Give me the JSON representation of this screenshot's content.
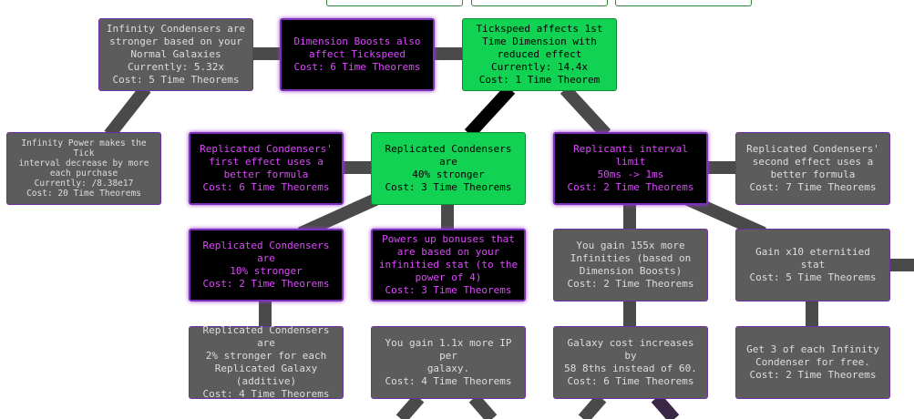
{
  "colors": {
    "connector": "#4a4a4a",
    "connector_bought": "#000000",
    "connector_dark_purple": "#3b2746",
    "tab_border": "#2e8b3a",
    "bought_fill": "#12d253",
    "available_text": "#df48ff",
    "locked_fill": "#5c5c5c"
  },
  "studies": {
    "s1": {
      "state": "locked",
      "lines": [
        "Infinity Condensers are",
        "stronger based on your",
        "Normal Galaxies",
        "Currently: 5.32x",
        "Cost: 5 Time Theorems"
      ]
    },
    "s2": {
      "state": "available",
      "lines": [
        "Dimension Boosts also",
        "affect Tickspeed",
        "Cost: 6 Time Theorems"
      ]
    },
    "s3": {
      "state": "bought",
      "lines": [
        "Tickspeed affects 1st",
        "Time Dimension with",
        "reduced effect",
        "Currently: 14.4x",
        "Cost: 1 Time Theorem"
      ]
    },
    "s4": {
      "state": "locked",
      "lines": [
        "Infinity Power makes the Tick",
        "interval decrease by more",
        "each purchase",
        "Currently: /8.38e17",
        "Cost: 20 Time Theorems"
      ]
    },
    "s5": {
      "state": "available",
      "lines": [
        "Replicated Condensers'",
        "first effect uses a",
        "better formula",
        "Cost: 6 Time Theorems"
      ]
    },
    "s6": {
      "state": "bought",
      "lines": [
        "Replicated Condensers are",
        "40% stronger",
        "Cost: 3 Time Theorems"
      ]
    },
    "s7": {
      "state": "available",
      "lines": [
        "Replicanti interval limit",
        "50ms -> 1ms",
        "Cost: 2 Time Theorems"
      ]
    },
    "s8": {
      "state": "locked",
      "lines": [
        "Replicated Condensers'",
        "second effect uses a",
        "better formula",
        "Cost: 7 Time Theorems"
      ]
    },
    "s9": {
      "state": "available",
      "lines": [
        "Replicated Condensers are",
        "10% stronger",
        "Cost: 2 Time Theorems"
      ]
    },
    "s10": {
      "state": "available",
      "lines": [
        "Powers up bonuses that",
        "are based on your",
        "infinitied stat (to the",
        "power of 4)",
        "Cost: 3 Time Theorems"
      ]
    },
    "s11": {
      "state": "locked",
      "lines": [
        "You gain 155x more",
        "Infinities (based on",
        "Dimension Boosts)",
        "Cost: 2 Time Theorems"
      ]
    },
    "s12": {
      "state": "locked",
      "lines": [
        "Gain x10 eternitied stat",
        "Cost: 5 Time Theorems"
      ]
    },
    "s13": {
      "state": "locked",
      "lines": [
        "Replicated Condensers are",
        "2% stronger for each",
        "Replicated Galaxy",
        "(additive)",
        "Cost: 4 Time Theorems"
      ]
    },
    "s14": {
      "state": "locked",
      "lines": [
        "You gain 1.1x more IP per",
        "galaxy.",
        "Cost: 4 Time Theorems"
      ]
    },
    "s15": {
      "state": "locked",
      "lines": [
        "Galaxy cost increases by",
        "58 8ths instead of 60.",
        "Cost: 6 Time Theorems"
      ]
    },
    "s16": {
      "state": "locked",
      "lines": [
        "Get 3 of each Infinity",
        "Condenser for free.",
        "Cost: 2 Time Theorems"
      ]
    }
  }
}
